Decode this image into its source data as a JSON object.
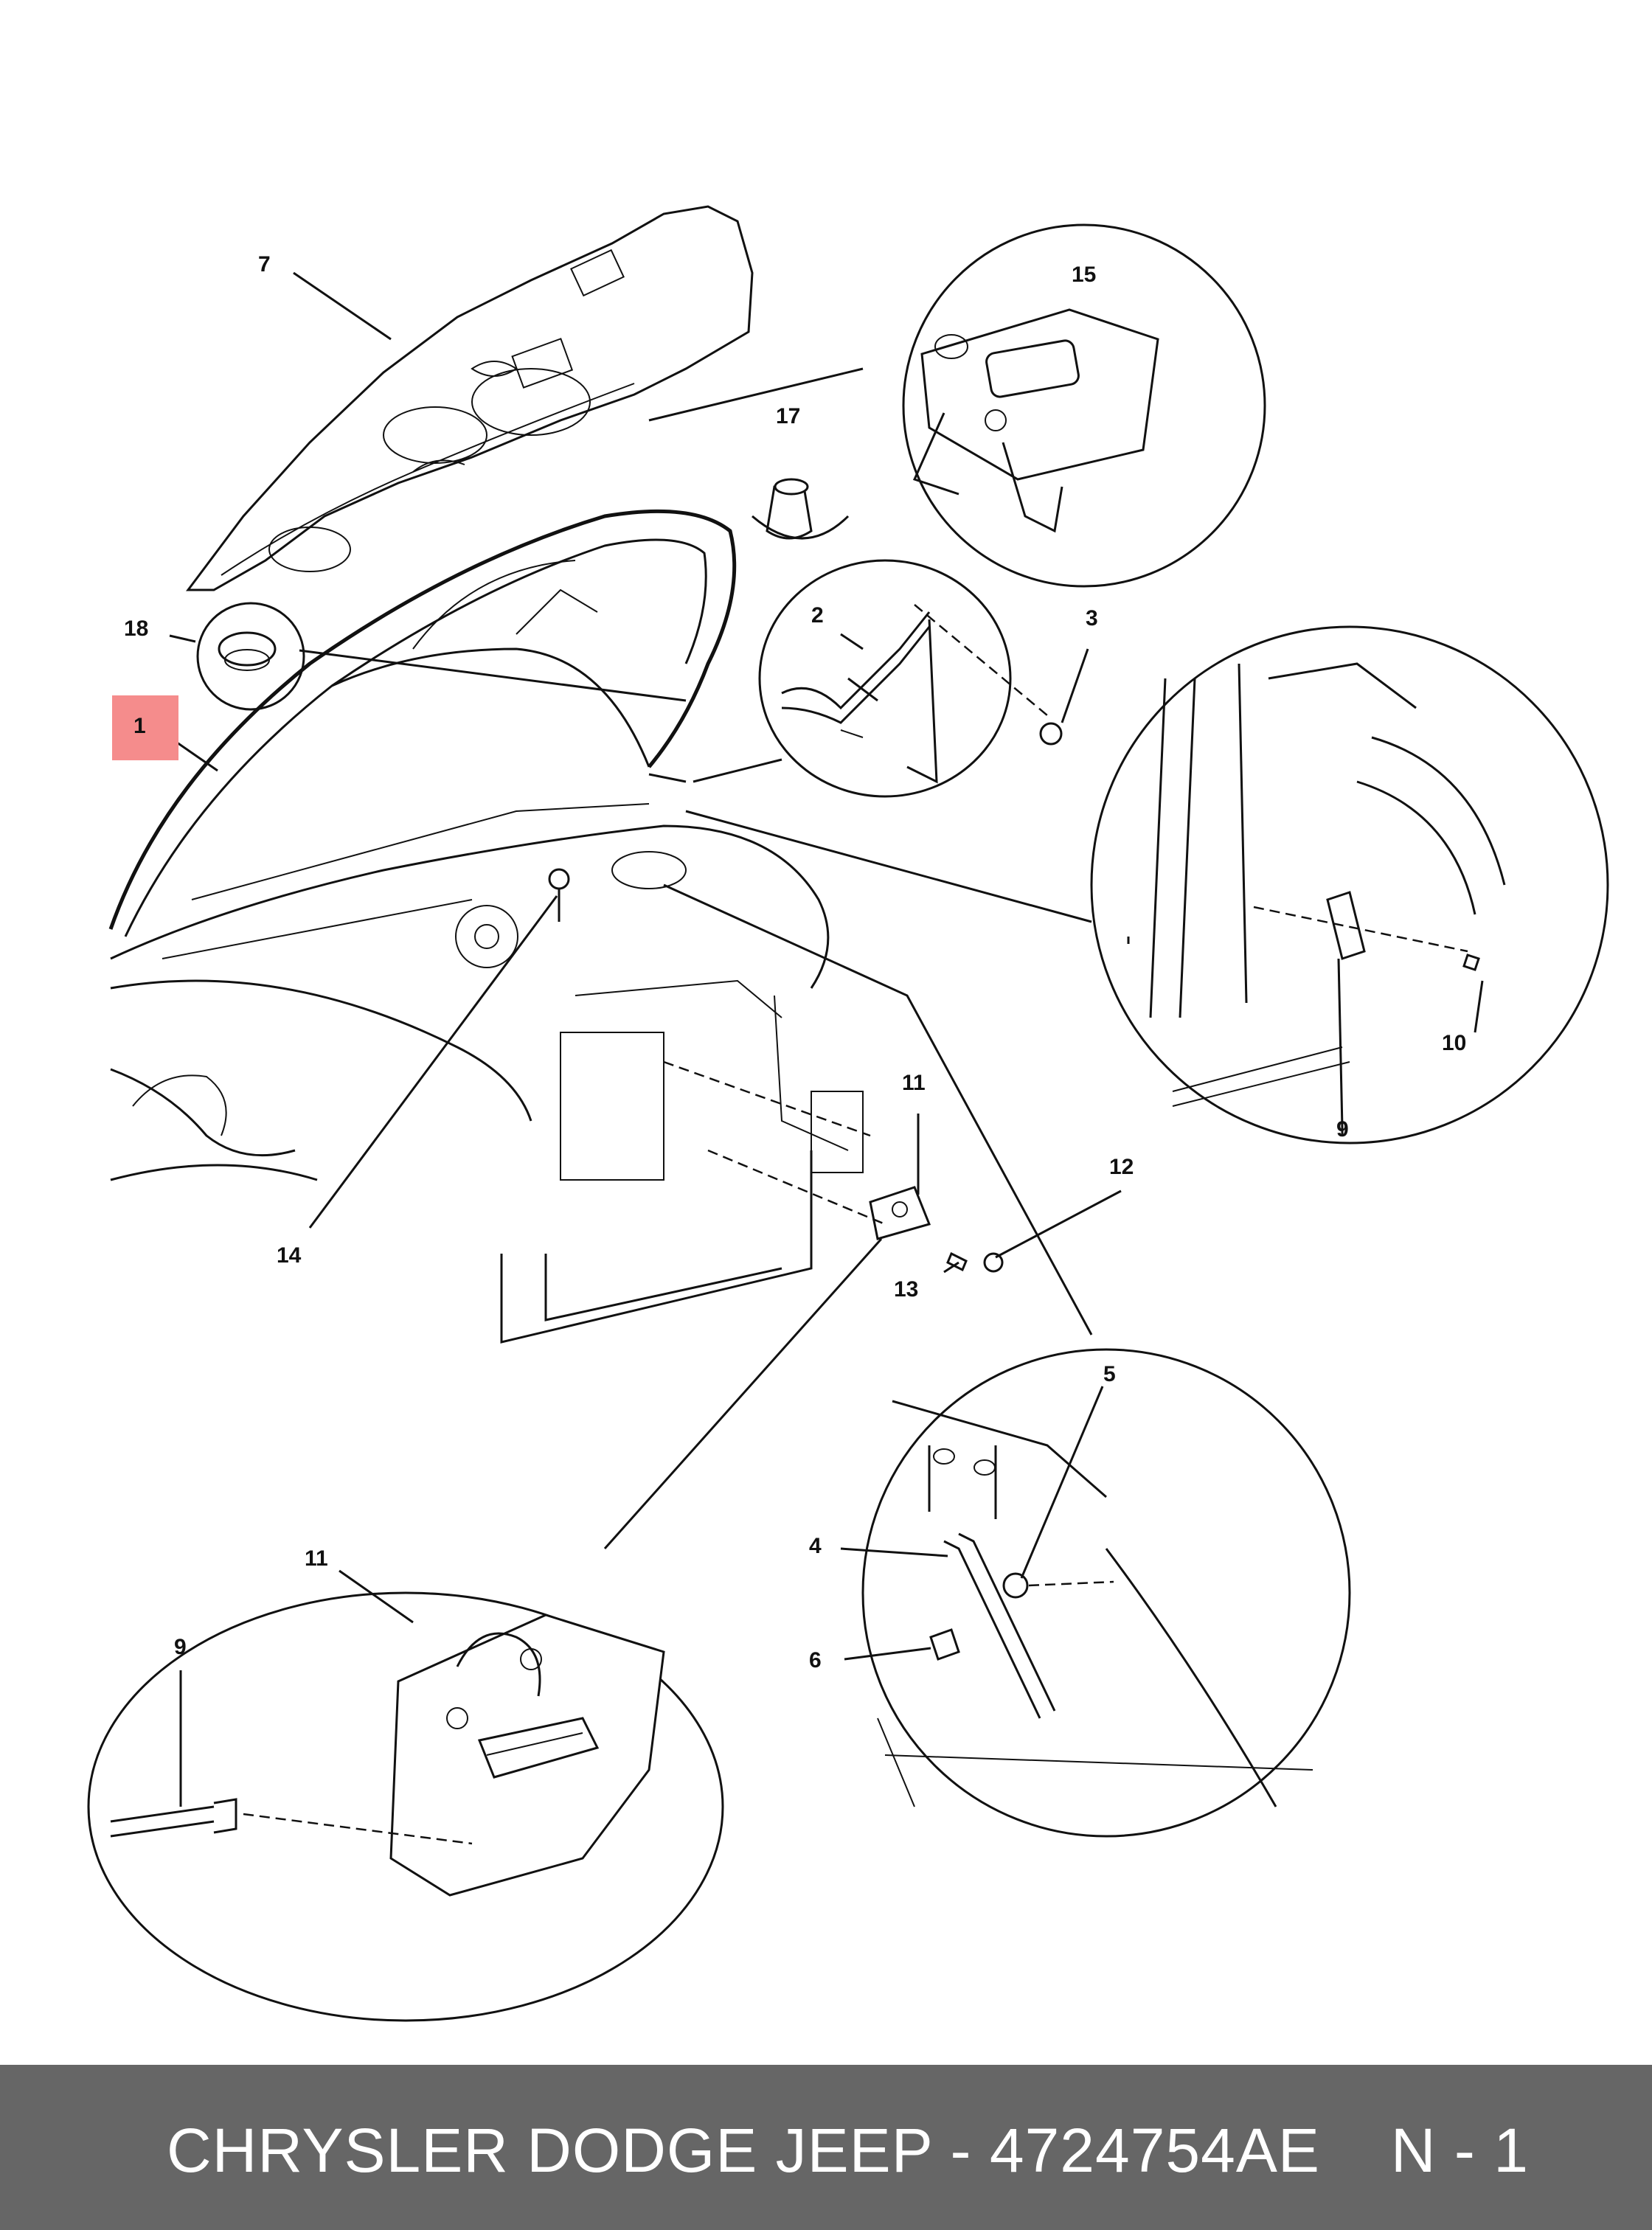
{
  "callouts": {
    "c1": "1",
    "c2": "2",
    "c3": "3",
    "c4": "4",
    "c5": "5",
    "c6": "6",
    "c7": "7",
    "c9a": "9",
    "c9b": "9",
    "c10": "10",
    "c11a": "11",
    "c11b": "11",
    "c12": "12",
    "c13": "13",
    "c14": "14",
    "c15": "15",
    "c17": "17",
    "c18": "18"
  },
  "highlight": {
    "callout": "1",
    "color": "#f58c8c"
  },
  "colors": {
    "footer_bg": "#666666",
    "footer_text": "#ffffff",
    "line": "#111111"
  },
  "footer": {
    "brand_part": "CHRYSLER DODGE JEEP - 4724754AE",
    "page_ref": "N - 1"
  }
}
